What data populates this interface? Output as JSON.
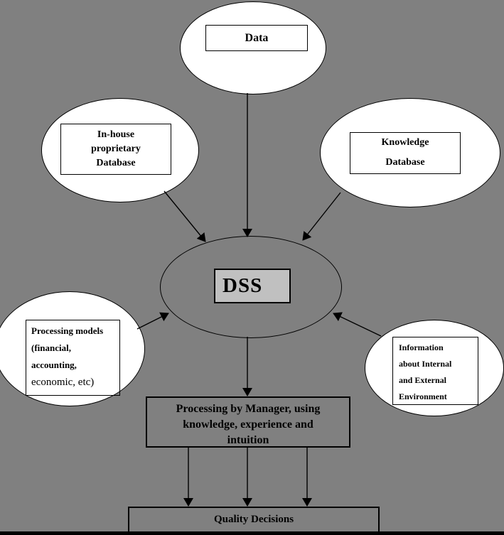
{
  "diagram": {
    "nodes": {
      "data": {
        "label": "Data"
      },
      "inhouse": {
        "line1": "In-house",
        "line2": "proprietary",
        "line3": "Database"
      },
      "knowledge": {
        "line1": "Knowledge",
        "line2": "Database"
      },
      "dss": {
        "label": "DSS"
      },
      "models": {
        "line1": "Processing models",
        "line2": "(financial,",
        "line3": "accounting,",
        "line4": "economic, etc)"
      },
      "info": {
        "line1": "Information",
        "line2": "about Internal",
        "line3": "and External",
        "line4": "Environment"
      },
      "manager": {
        "line1": "Processing by Manager, using",
        "line2": "knowledge, experience and",
        "line3": "intuition"
      },
      "quality": {
        "label": "Quality Decisions"
      }
    },
    "colors": {
      "background": "#808080",
      "node_fill": "#ffffff",
      "dss_fill": "#c0c0c0",
      "line": "#000000"
    }
  }
}
